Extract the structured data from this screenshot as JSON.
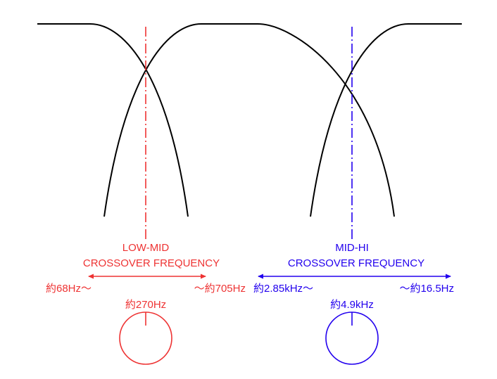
{
  "colors": {
    "curve": "#000000",
    "low_mid": "#ee3333",
    "mid_hi": "#2200ee",
    "background": "#ffffff"
  },
  "low_mid": {
    "title_line1": "LOW-MID",
    "title_line2": "CROSSOVER FREQUENCY",
    "range_min": "約68Hz～",
    "range_max": "～約705Hz",
    "center_value": "約270Hz",
    "knob_icon": "rotary-knob-icon"
  },
  "mid_hi": {
    "title_line1": "MID-HI",
    "title_line2": "CROSSOVER FREQUENCY",
    "range_min": "約2.85kHz～",
    "range_max": "～約16.5Hz",
    "center_value": "約4.9kHz",
    "knob_icon": "rotary-knob-icon"
  }
}
